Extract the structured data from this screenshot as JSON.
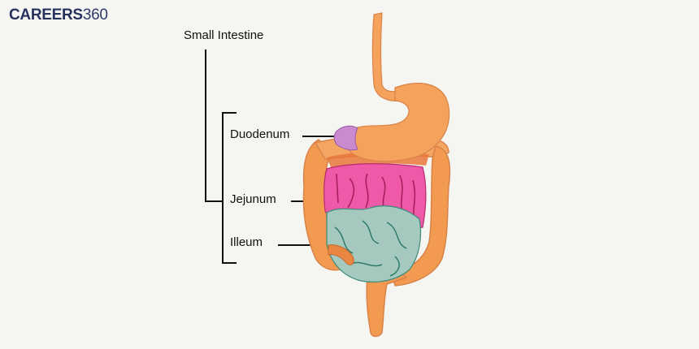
{
  "logo": {
    "bold_text": "CAREERS",
    "light_text": "360",
    "color": "#27315e"
  },
  "diagram": {
    "title": "Small Intestine",
    "parts": [
      {
        "label": "Duodenum",
        "color": "#c98ad0"
      },
      {
        "label": "Jejunum",
        "color": "#ee5aa8"
      },
      {
        "label": "Illeum",
        "color": "#a5c9bf"
      }
    ],
    "organ_colors": {
      "esophagus_stomach": "#f5a25c",
      "large_intestine": "#f29a50",
      "colon_dark": "#e9773a",
      "outline": "#d9834a"
    },
    "background": "#f5f5f1"
  }
}
